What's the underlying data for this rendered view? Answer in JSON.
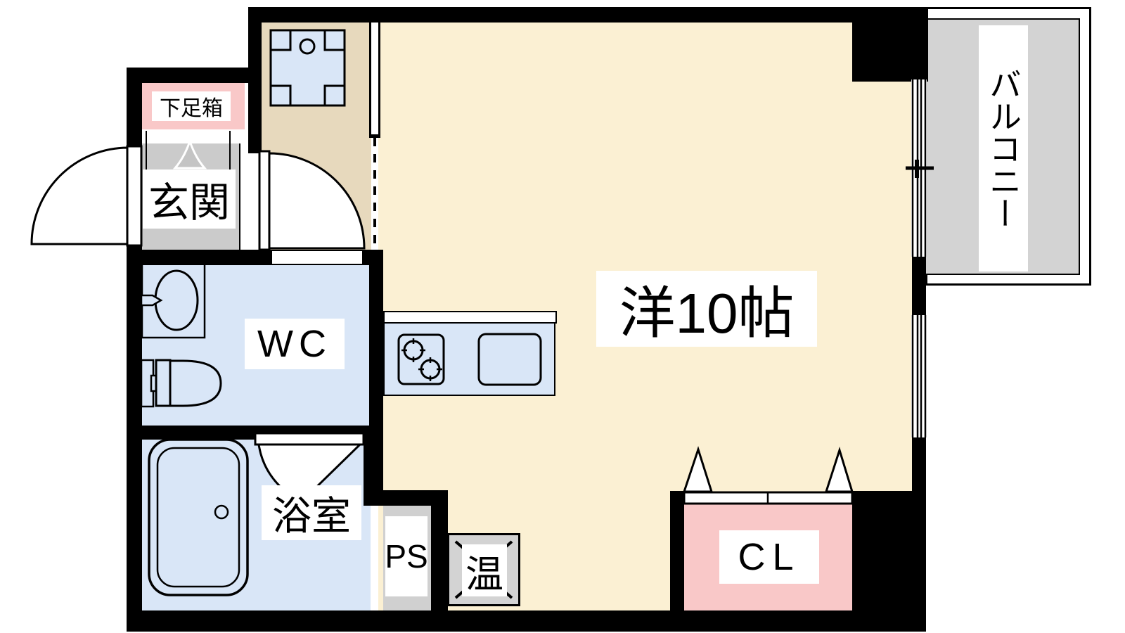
{
  "plan_type": "Japanese apartment floor plan (one-room layout)",
  "colors": {
    "wall": "#000000",
    "main_room_floor": "#FBF0D3",
    "kitchen_floor": "#E7D9BD",
    "wet_area_floor": "#D9E6F7",
    "accent_pink": "#F9C8C8",
    "entrance_gray": "#CBCBCB",
    "balcony_gray": "#D3D3D3",
    "background": "#FFFFFF"
  },
  "rooms": {
    "western_room": {
      "label": "洋10帖"
    },
    "entrance": {
      "label": "玄関"
    },
    "shoe_box": {
      "label": "下足箱"
    },
    "toilet_room": {
      "label": "WC"
    },
    "bathroom": {
      "label": "浴室"
    },
    "closet": {
      "label": "CL"
    },
    "pipe_space": {
      "label": "PS"
    },
    "water_heater": {
      "label": "温"
    },
    "balcony": {
      "label": "バルコニー"
    }
  },
  "fixtures": [
    "entrance-swing-door-icon",
    "hall-swing-door-icon",
    "bathroom-folding-door-icon",
    "closet-bifold-door-icon",
    "entry-direction-arrow-icon",
    "washing-machine-pan-icon",
    "wash-basin-icon",
    "toilet-icon",
    "bathtub-icon",
    "gas-stove-icon",
    "kitchen-sink-icon",
    "kitchen-counter",
    "balcony-sliding-window-icon",
    "side-window-icon",
    "water-heater-hatch-icon"
  ]
}
